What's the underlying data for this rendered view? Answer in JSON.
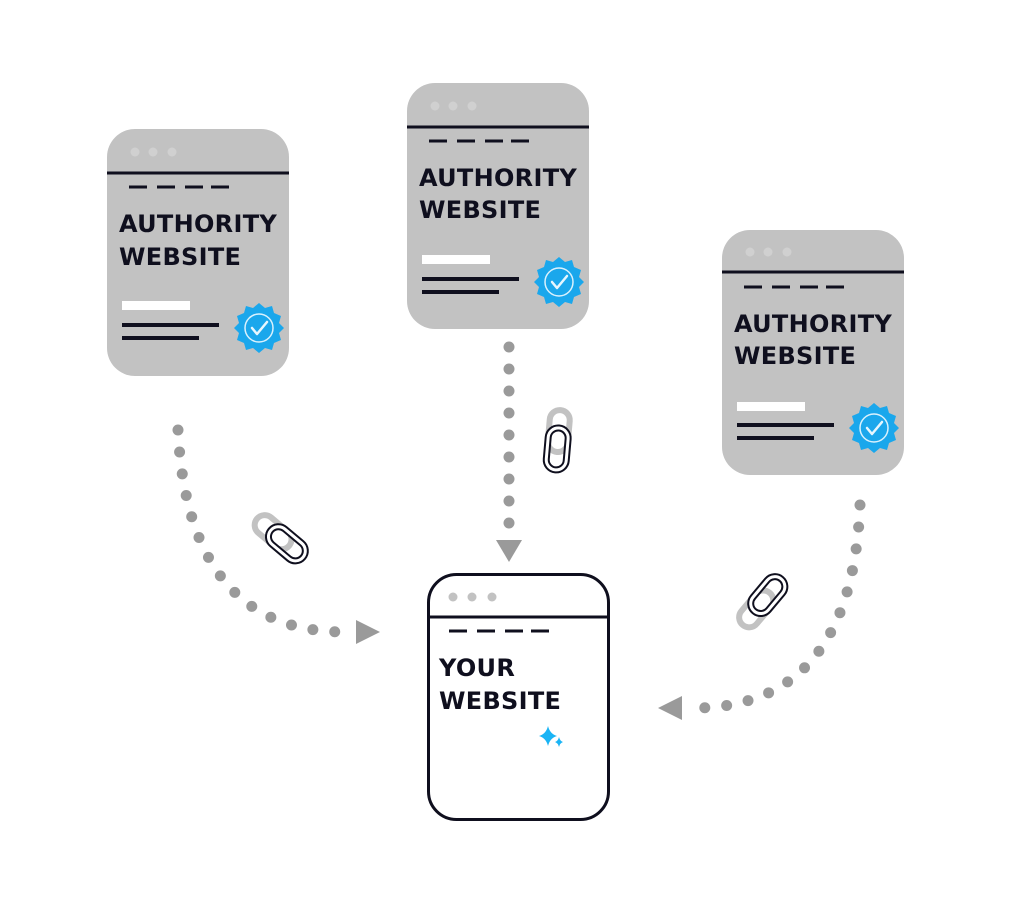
{
  "authority_cards": [
    {
      "line1": "AUTHORITY",
      "line2": "WEBSITE"
    },
    {
      "line1": "AUTHORITY",
      "line2": "WEBSITE"
    },
    {
      "line1": "AUTHORITY",
      "line2": "WEBSITE"
    }
  ],
  "your_card": {
    "line1": "YOUR",
    "line2": "WEBSITE"
  },
  "colors": {
    "card_gray": "#c2c2c2",
    "ink": "#0f0f1e",
    "badge_blue": "#1aa7ec",
    "dots_gray": "#9a9a9a",
    "sparkle": "#1ab4f5"
  },
  "icons": {
    "badge": "verified-badge-icon",
    "link": "chain-link-icon",
    "sparkle": "sparkle-icon",
    "arrow": "arrow-head-icon"
  }
}
